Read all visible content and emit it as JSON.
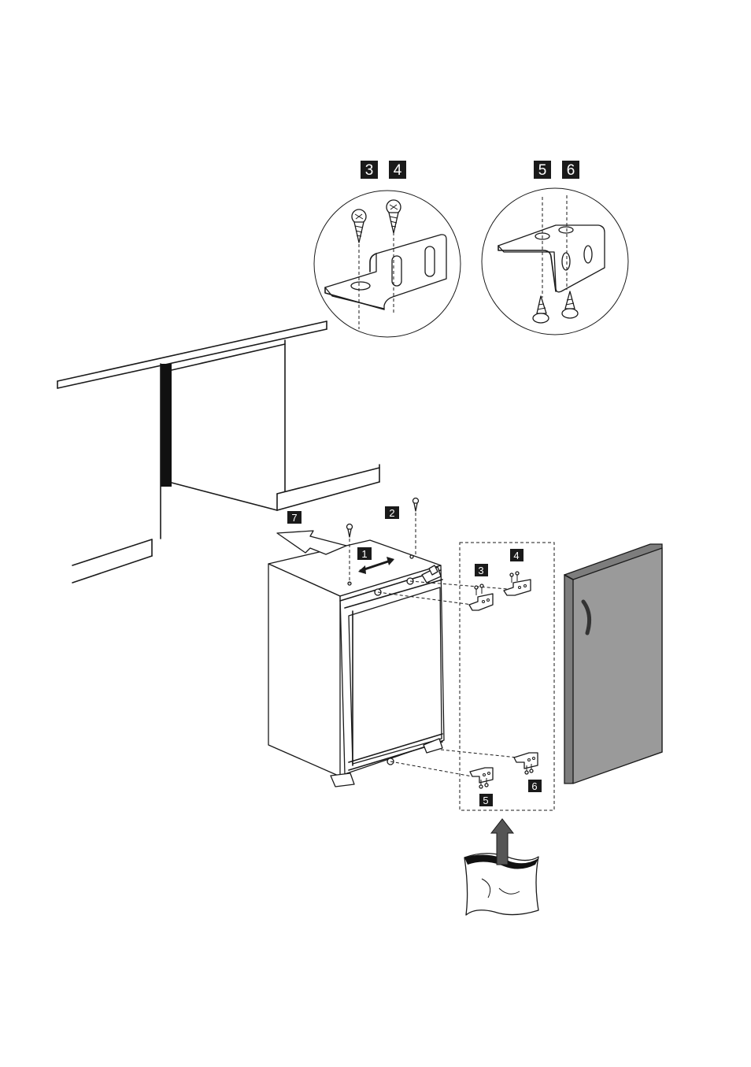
{
  "steps": {
    "s1": "1",
    "s2": "2",
    "s3": "3",
    "s4": "4",
    "s5": "5",
    "s6": "6",
    "s7": "7"
  },
  "details": {
    "left_circle_labels": [
      "3",
      "4"
    ],
    "right_circle_labels": [
      "5",
      "6"
    ]
  },
  "colors": {
    "door_panel": "#9a9a9a",
    "door_panel_edge": "#7d7d7d",
    "label_fill": "#1a1a1a",
    "label_text": "#ffffff",
    "line": "#1a1a1a"
  }
}
